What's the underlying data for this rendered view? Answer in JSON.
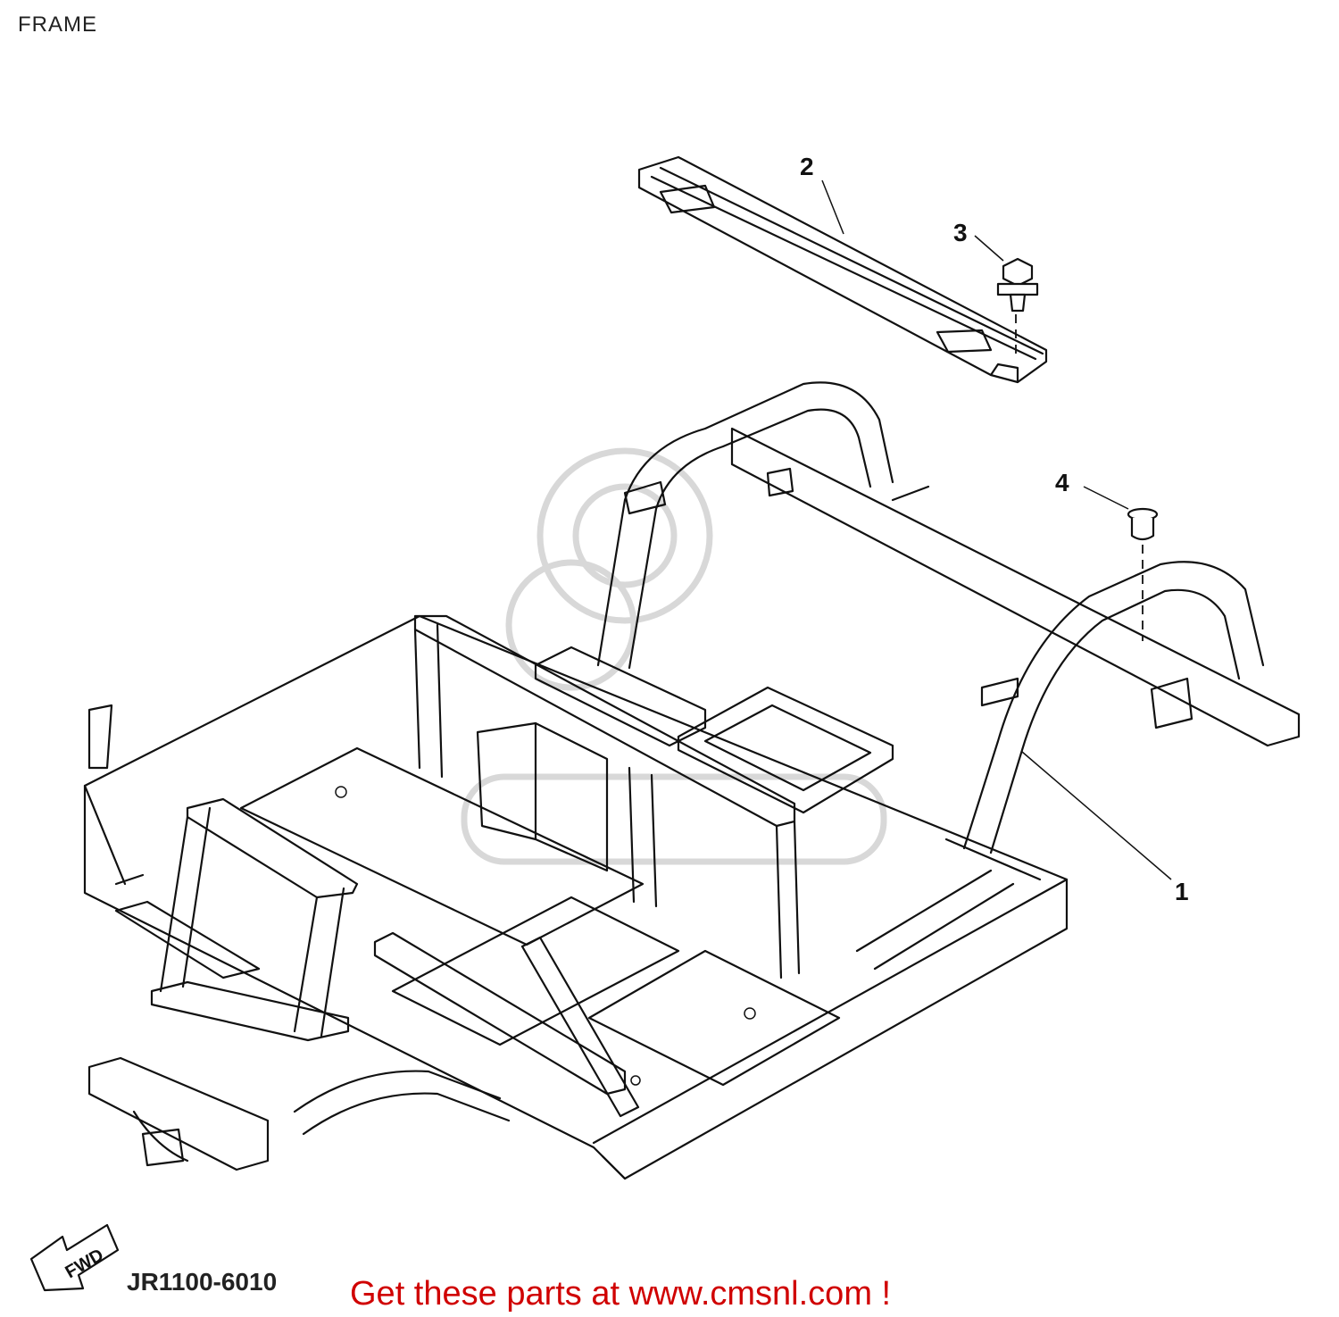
{
  "page": {
    "title": "FRAME"
  },
  "diagram": {
    "drawing_code": "JR1100-6010",
    "direction_label": "FWD",
    "callouts": [
      {
        "number": "1"
      },
      {
        "number": "2"
      },
      {
        "number": "3"
      },
      {
        "number": "4"
      }
    ]
  },
  "footer": {
    "promo": "Get these parts at www.cmsnl.com !"
  },
  "colors": {
    "promo": "#d00000",
    "line": "#111111",
    "watermark": "#d8d8d8"
  }
}
